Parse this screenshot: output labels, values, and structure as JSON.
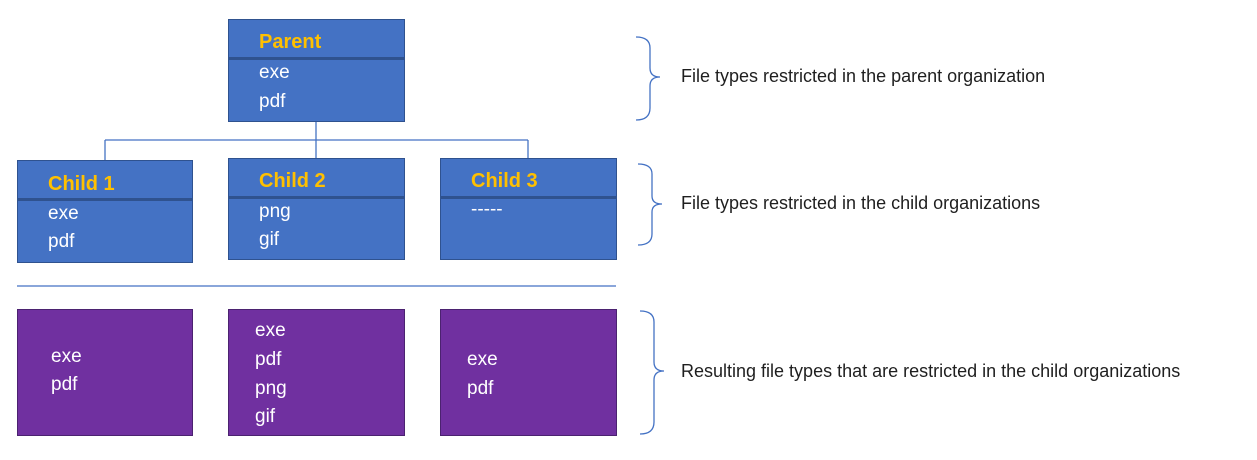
{
  "colors": {
    "org_box": "#4472c4",
    "result_box": "#7030a0",
    "title_text": "#ffc000",
    "connector": "#4472c4"
  },
  "parent": {
    "title": "Parent",
    "types": [
      "exe",
      "pdf"
    ]
  },
  "children": [
    {
      "title": "Child 1",
      "types": [
        "exe",
        "pdf"
      ]
    },
    {
      "title": "Child 2",
      "types": [
        "png",
        "gif"
      ]
    },
    {
      "title": "Child 3",
      "types": [
        "-----"
      ]
    }
  ],
  "results": [
    {
      "types": [
        "exe",
        "pdf"
      ]
    },
    {
      "types": [
        "exe",
        "pdf",
        "png",
        "gif"
      ]
    },
    {
      "types": [
        "exe",
        "pdf"
      ]
    }
  ],
  "notes": {
    "parent": "File types restricted in the parent organization",
    "children": "File types restricted in the child organizations",
    "results": "Resulting file types that are restricted in the child organizations"
  }
}
